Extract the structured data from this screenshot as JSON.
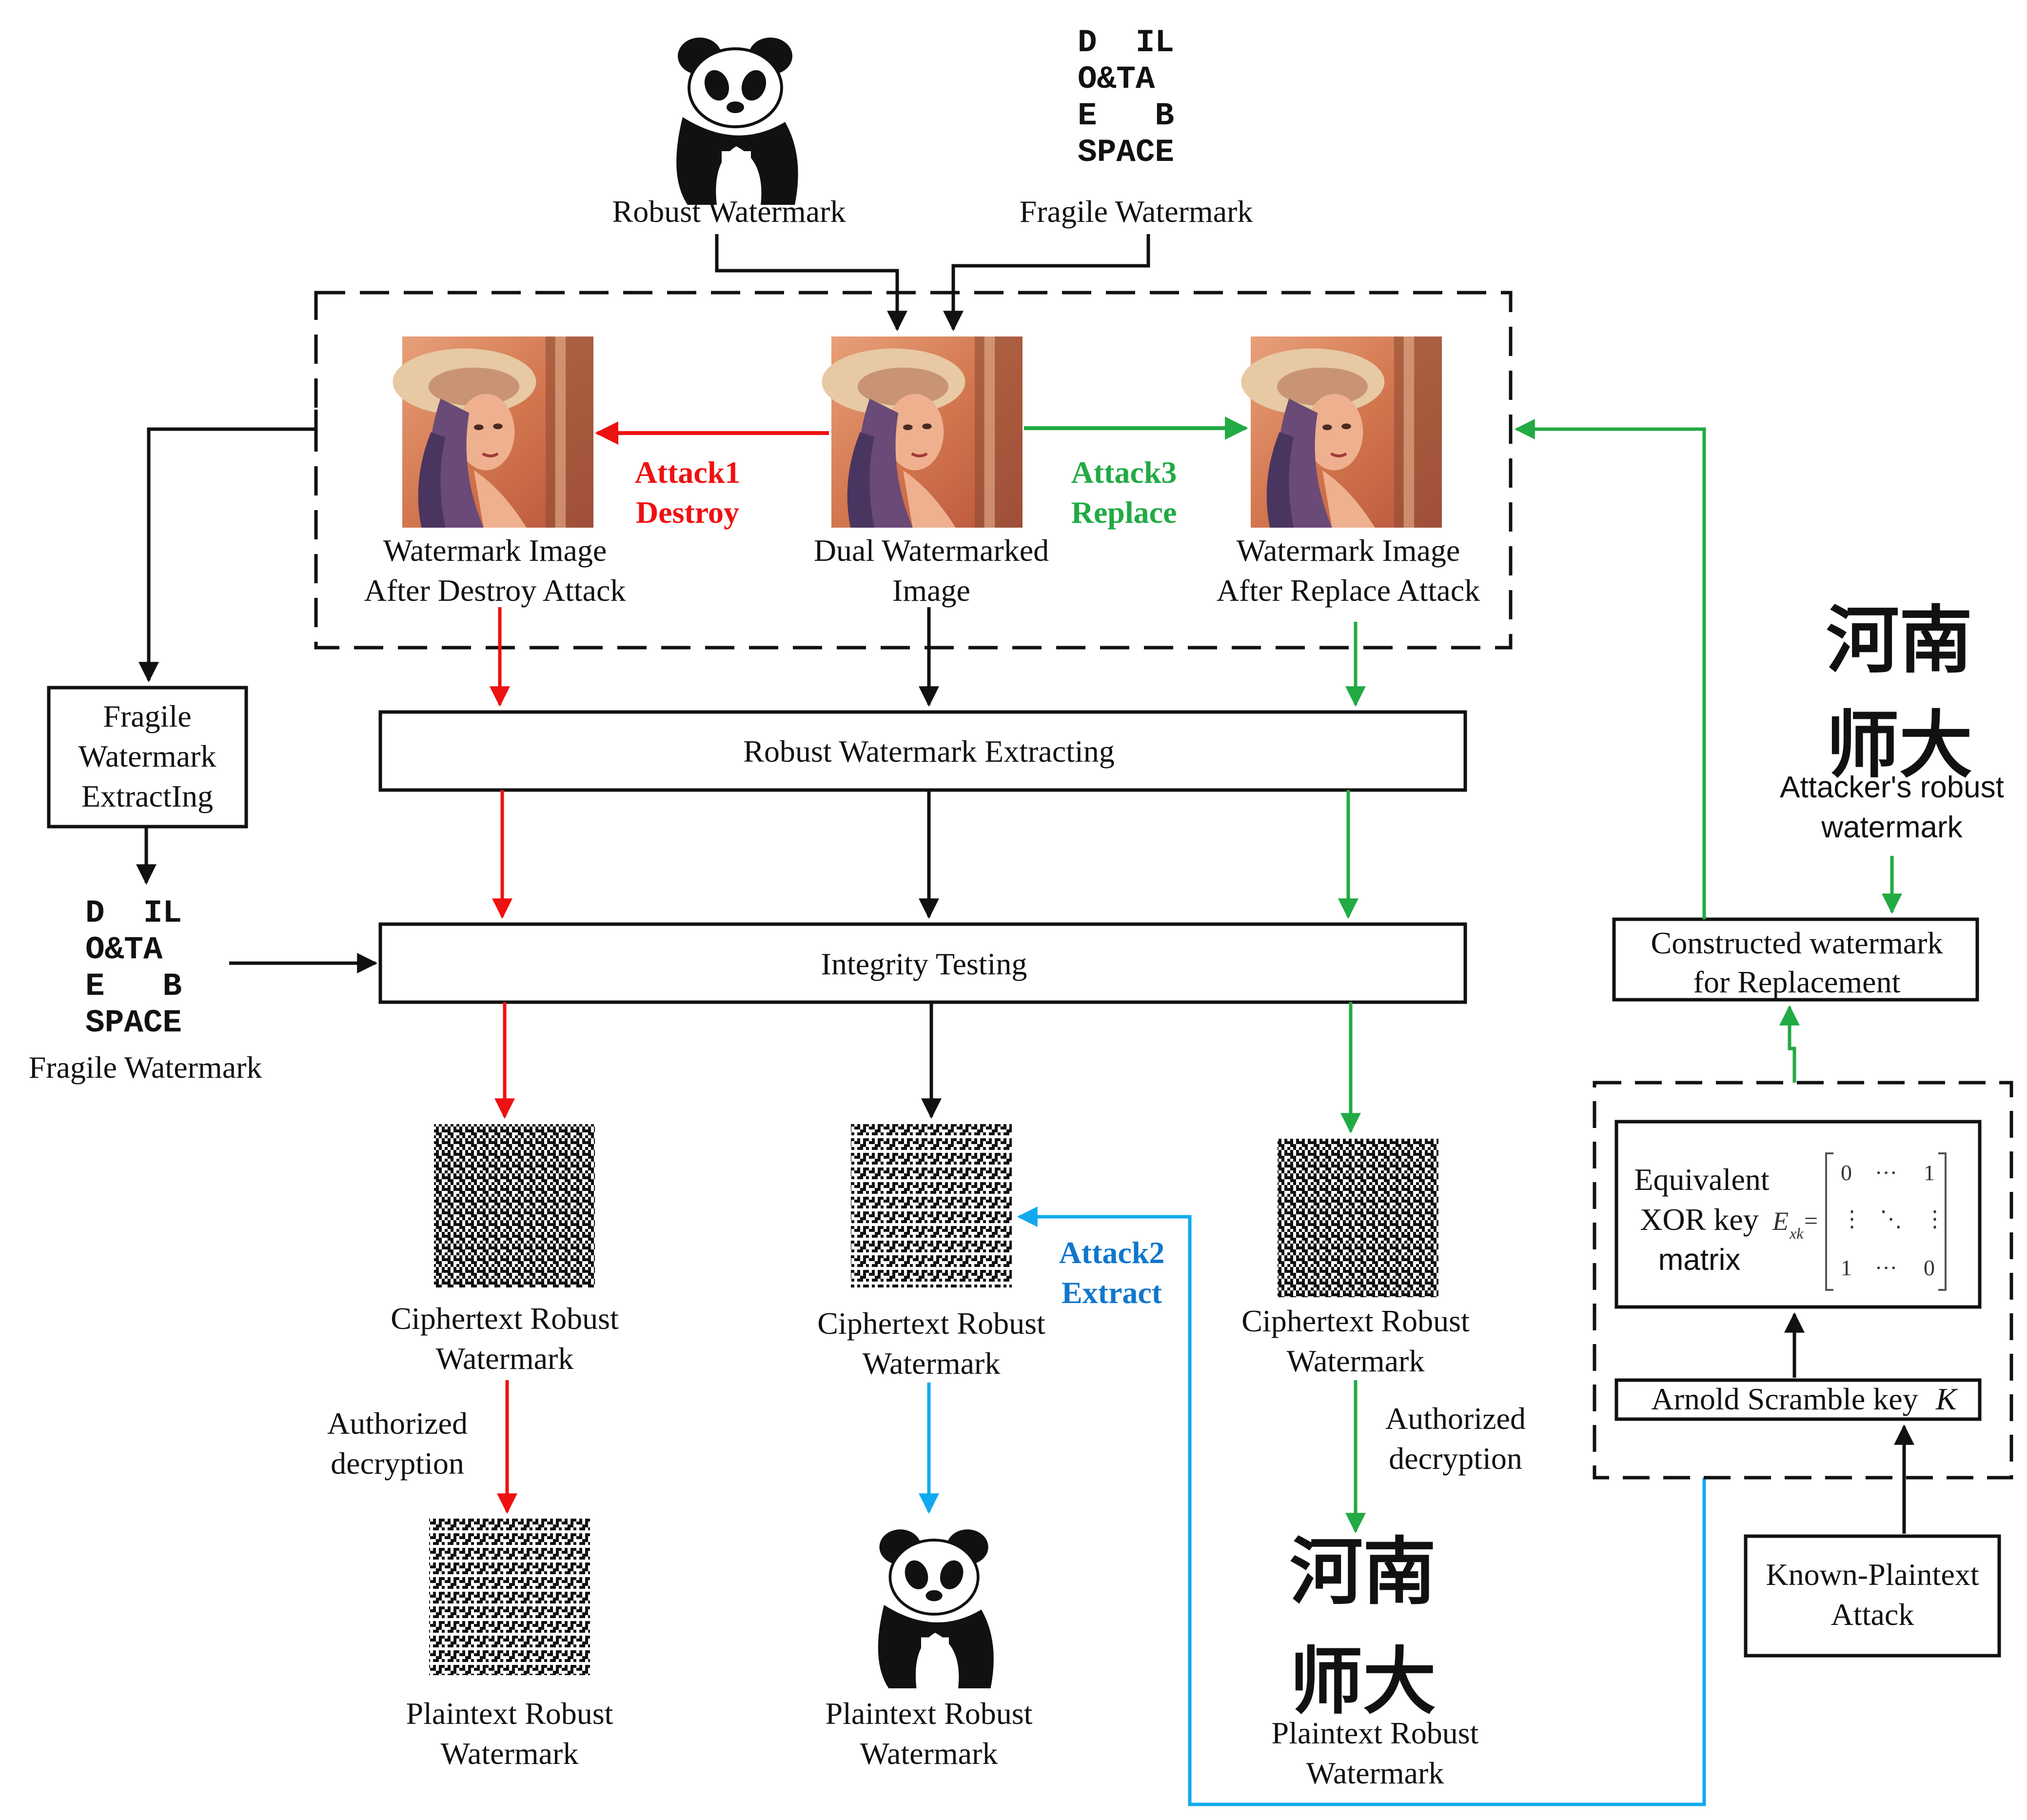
{
  "inputs": {
    "robust_label": "Robust Watermark",
    "fragile_label": "Fragile Watermark"
  },
  "fragile_grid": {
    "rows": [
      "D  IL",
      "O&TA",
      "E   B",
      "SPACE"
    ]
  },
  "images": {
    "destroy_label": [
      "Watermark Image",
      "After Destroy Attack"
    ],
    "dual_label": [
      "Dual Watermarked",
      "Image"
    ],
    "replace_label": [
      "Watermark Image",
      "After Replace Attack"
    ]
  },
  "attacks": {
    "attack1": [
      "Attack1",
      "Destroy"
    ],
    "attack2": [
      "Attack2",
      "Extract"
    ],
    "attack3": [
      "Attack3",
      "Replace"
    ]
  },
  "boxes": {
    "robust_extract": "Robust Watermark Extracting",
    "integrity": "Integrity Testing",
    "fragile_extract": [
      "Fragile",
      "Watermark",
      "ExtractIng"
    ],
    "fragile_side_label": "Fragile Watermark",
    "constructed": [
      "Constructed watermark",
      "for Replacement"
    ],
    "equivalent": [
      "Equivalent",
      "XOR key",
      "matrix"
    ],
    "exk_symbol": "E",
    "exk_sub": "xk",
    "equals": "=",
    "matrix": {
      "row1": [
        "0",
        "···",
        "1"
      ],
      "row2": [
        "⋮",
        "⋱",
        "⋮"
      ],
      "row3": [
        "1",
        "···",
        "0"
      ]
    },
    "arnold": "Arnold Scramble key",
    "arnold_var": "K",
    "known_plaintext": [
      "Known-Plaintext",
      "Attack"
    ]
  },
  "attacker": {
    "chars": [
      "河南",
      "师大"
    ],
    "label": [
      "Attacker's robust",
      "watermark"
    ]
  },
  "outputs": {
    "cipher_label": [
      "Ciphertext Robust",
      "Watermark"
    ],
    "plain_label": [
      "Plaintext Robust",
      "Watermark"
    ],
    "authorized": [
      "Authorized",
      "decryption"
    ]
  },
  "colors": {
    "red": "#ee1111",
    "green": "#22aa44",
    "blue": "#11aaee",
    "black": "#111111",
    "attack1_text": "#ee1111",
    "attack2_text": "#1177cc",
    "attack3_text": "#22aa44"
  }
}
